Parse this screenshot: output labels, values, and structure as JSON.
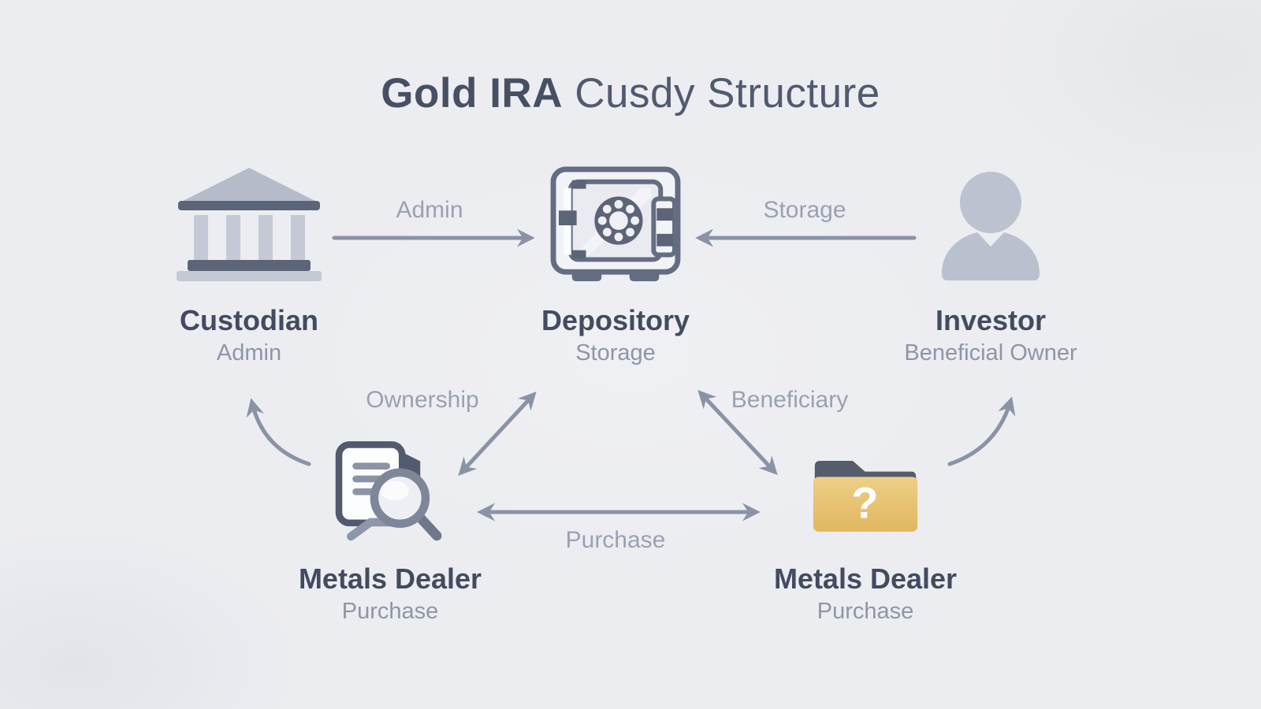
{
  "title": {
    "emphasis": "Gold IRA",
    "remainder": "Cusdy Structure"
  },
  "nodes": {
    "custodian": {
      "name": "Custodian",
      "role": "Admin",
      "icon": "bank-icon"
    },
    "depository": {
      "name": "Depository",
      "role": "Storage",
      "icon": "vault-safe-icon"
    },
    "investor": {
      "name": "Investor",
      "role": "Beneficial Owner",
      "icon": "person-icon"
    },
    "dealer_left": {
      "name": "Metals Dealer",
      "role": "Purchase",
      "icon": "document-magnifier-icon"
    },
    "dealer_right": {
      "name": "Metals Dealer",
      "role": "Purchase",
      "icon": "folder-question-icon",
      "glyph": "?"
    }
  },
  "edges": {
    "admin": {
      "label": "Admin",
      "from": "Custodian",
      "to": "Depository",
      "style": "single-arrow"
    },
    "storage": {
      "label": "Storage",
      "from": "Investor",
      "to": "Depository",
      "style": "single-arrow"
    },
    "ownership": {
      "label": "Ownership",
      "from": "Metals Dealer (left)",
      "to": "Depository",
      "style": "double-arrow"
    },
    "beneficiary": {
      "label": "Beneficiary",
      "from": "Depository",
      "to": "Metals Dealer (right)",
      "style": "double-arrow"
    },
    "purchase": {
      "label": "Purchase",
      "from": "Metals Dealer (left)",
      "to": "Metals Dealer (right)",
      "style": "double-arrow"
    },
    "dealer_left_to_custodian": {
      "label": "",
      "from": "Metals Dealer (left)",
      "to": "Custodian",
      "style": "curved-arrow"
    },
    "dealer_right_to_investor": {
      "label": "",
      "from": "Metals Dealer (right)",
      "to": "Investor",
      "style": "curved-arrow"
    }
  },
  "colors": {
    "background": "#ecedf1",
    "title_text": "#4c556a",
    "node_name_text": "#424b5f",
    "node_role_text": "#8d96a8",
    "edge_label_text": "#99a1b2",
    "arrow": "#8a93a6",
    "icon_slate_light": "#bcc2cf",
    "icon_slate_dark": "#5c6577",
    "vault_outline": "#646d82",
    "folder_gold": "#e7c172",
    "folder_tab": "#555c6c",
    "question_mark": "#ffffff"
  }
}
